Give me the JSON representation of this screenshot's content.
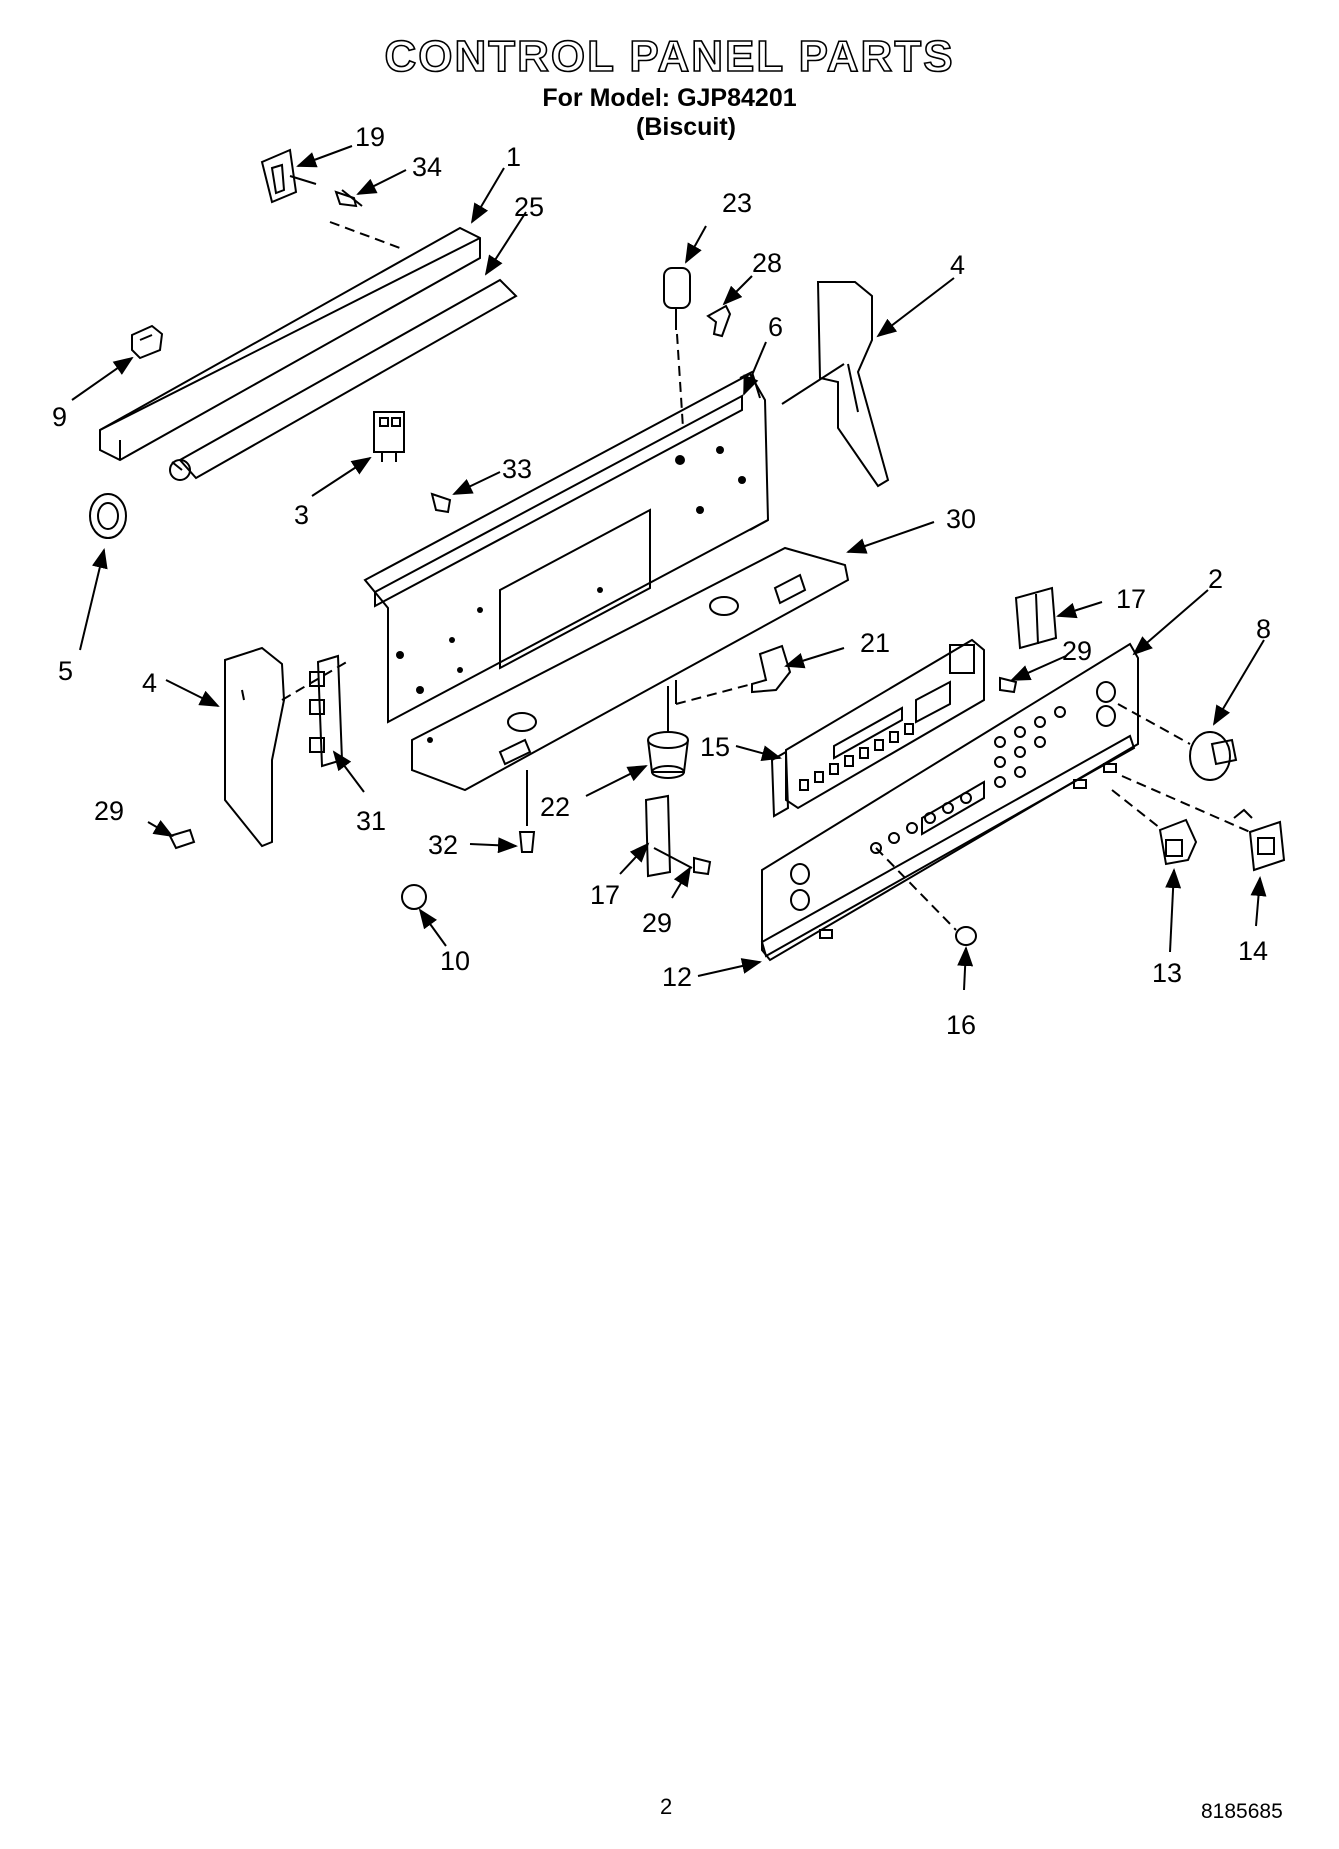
{
  "title": "CONTROL PANEL PARTS",
  "model_line": "For Model: GJP84201",
  "color_line": "(Biscuit)",
  "callouts": [
    {
      "id": "c19",
      "text": "19"
    },
    {
      "id": "c34",
      "text": "34"
    },
    {
      "id": "c1",
      "text": "1"
    },
    {
      "id": "c25",
      "text": "25"
    },
    {
      "id": "c23",
      "text": "23"
    },
    {
      "id": "c28",
      "text": "28"
    },
    {
      "id": "c4a",
      "text": "4"
    },
    {
      "id": "c6",
      "text": "6"
    },
    {
      "id": "c9",
      "text": "9"
    },
    {
      "id": "c33",
      "text": "33"
    },
    {
      "id": "c3",
      "text": "3"
    },
    {
      "id": "c30",
      "text": "30"
    },
    {
      "id": "c5",
      "text": "5"
    },
    {
      "id": "c2",
      "text": "2"
    },
    {
      "id": "c17a",
      "text": "17"
    },
    {
      "id": "c8",
      "text": "8"
    },
    {
      "id": "c4b",
      "text": "4"
    },
    {
      "id": "c21",
      "text": "21"
    },
    {
      "id": "c29a",
      "text": "29"
    },
    {
      "id": "c15",
      "text": "15"
    },
    {
      "id": "c22",
      "text": "22"
    },
    {
      "id": "c31",
      "text": "31"
    },
    {
      "id": "c29b",
      "text": "29"
    },
    {
      "id": "c32",
      "text": "32"
    },
    {
      "id": "c17b",
      "text": "17"
    },
    {
      "id": "c29c",
      "text": "29"
    },
    {
      "id": "c10",
      "text": "10"
    },
    {
      "id": "c12",
      "text": "12"
    },
    {
      "id": "c13",
      "text": "13"
    },
    {
      "id": "c14",
      "text": "14"
    },
    {
      "id": "c16",
      "text": "16"
    }
  ],
  "page_number": "2",
  "document_code": "8185685"
}
